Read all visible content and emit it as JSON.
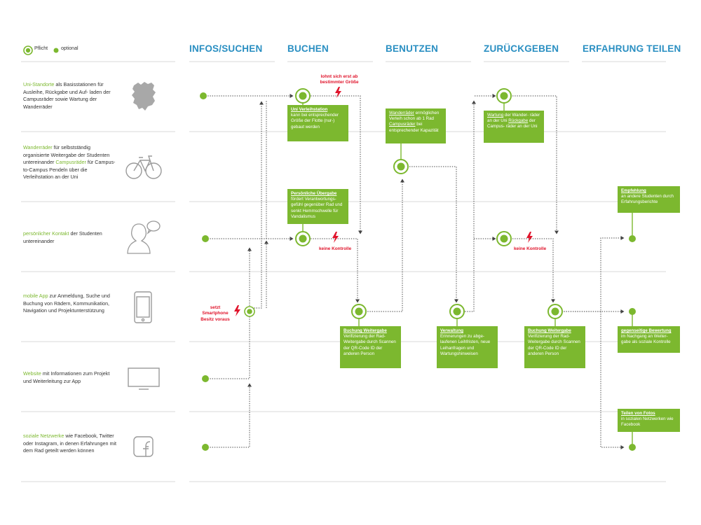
{
  "legend": {
    "mandatory": "Pflicht",
    "optional": "optional"
  },
  "stages": [
    "INFOS/SUCHEN",
    "BUCHEN",
    "BENUTZEN",
    "ZURÜCKGEBEN",
    "ERFAHRUNG TEILEN"
  ],
  "rows": {
    "r1": {
      "h": "Uni-Standorte",
      "t": " als Basisstationen für Ausleihe, Rückgabe und Auf- laden der Campusräder sowie Wartung der Wanderräder"
    },
    "r2": {
      "h1": "Wanderräder",
      "t1": " für selbstständig organisierte Weitergabe der Studenten untereinander ",
      "h2": "Campusräder",
      "t2": " für Campus- to-Campus Pendeln über die Verleihstation an der Uni"
    },
    "r3": {
      "h": "persönlicher Kontakt",
      "t": " der Studenten untereinander"
    },
    "r4": {
      "h": "mobile App",
      "t": " zur Anmeldung, Suche und Buchung von Rädern, Kommunikation, Navigation und Projektunterstützung"
    },
    "r5": {
      "h": "Website",
      "t": " mit Informationen zum Projekt und Weiterleitung zur App"
    },
    "r6": {
      "h": "soziale Netzwerke",
      "t": " wie Facebook, Twitter oder Instagram, in denen Erfahrungen mit dem Rad geteilt werden können"
    }
  },
  "boxes": {
    "verleih": {
      "title": "Uni Verleihstation",
      "text": "kann bei entsprechender Größe der Flotte (nur-) gebaut werden"
    },
    "uebergabe": {
      "title": "Persönliche Übergabe",
      "text": "fördert Verantwortungs- gefühl gegenüber Rad und senkt Hemmschwelle für Vandalismus"
    },
    "wanderraeder": {
      "t1": "Wanderräder",
      "t2": " ermöglichen Verleih schon ab 1 Rad ",
      "t3": "Campusräder",
      "t4": " bei entsprechender Kapazität"
    },
    "wartung": {
      "t1": "Wartung",
      "t2": " der Wander- räder an der Uni ",
      "t3": "Rückgabe",
      "t4": " der Campus- räder an der Uni"
    },
    "buchung1": {
      "title": "Buchung Weitergabe",
      "text": "Verifizierung der Rad- Weitergabe durch Scannen der QR-Code ID der anderen Person"
    },
    "verwaltung": {
      "title": "Verwaltung",
      "text": "Erinnerungen zu abge- laufenen Leihfristen, neue Leihanfragen und Wartungshinweisen"
    },
    "buchung2": {
      "title": "Buchung Weitergabe",
      "text": "Verifizierung der Rad- Weitergabe durch Scannen der QR-Code ID der anderen Person"
    },
    "empfehlung": {
      "title": "Empfehlung",
      "text": "an andere Studenten durch Erfahrungsberichte"
    },
    "bewertung": {
      "title": "gegenseitige Bewertung",
      "text": "im Nachgang an Weiter- gabe als soziale Kontrolle"
    },
    "fotos": {
      "title": "Teilen von Fotos",
      "text": "in sozialen Netzwerken wie Facebook"
    }
  },
  "notes": {
    "lohnt": "lohnt sich erst ab bestimmter Größe",
    "keine1": "keine Kontrolle",
    "keine2": "keine Kontrolle",
    "smartphone": "setzt Smartphone Besitz voraus"
  },
  "colors": {
    "green": "#7cb82f",
    "blue": "#2a8fc2",
    "red": "#e0142b",
    "line": "#cccccc",
    "icon": "#9a9a9a"
  },
  "icons": [
    "saxony-map-icon",
    "bicycle-icon",
    "person-chat-icon",
    "smartphone-icon",
    "monitor-icon",
    "facebook-icon"
  ]
}
